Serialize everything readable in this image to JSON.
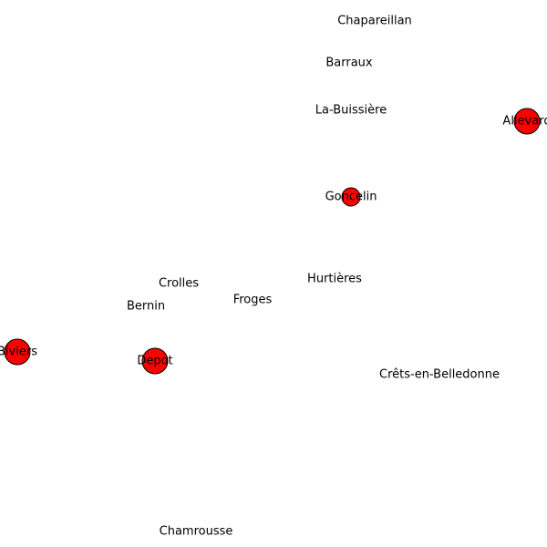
{
  "map": {
    "node_color": "#ff0000",
    "node_outline_color": "#000000",
    "label_color": "#000000",
    "places": [
      {
        "id": "chapareillan",
        "name": "Chapareillan",
        "marked": false
      },
      {
        "id": "barraux",
        "name": "Barraux",
        "marked": false
      },
      {
        "id": "la-buissiere",
        "name": "La-Buissière",
        "marked": false
      },
      {
        "id": "allevard",
        "name": "Allevard",
        "marked": true,
        "size": "large"
      },
      {
        "id": "goncelin",
        "name": "Goncelin",
        "marked": true,
        "size": "small"
      },
      {
        "id": "hurtieres",
        "name": "Hurtières",
        "marked": false
      },
      {
        "id": "crolles",
        "name": "Crolles",
        "marked": false
      },
      {
        "id": "froges",
        "name": "Froges",
        "marked": false
      },
      {
        "id": "bernin",
        "name": "Bernin",
        "marked": false
      },
      {
        "id": "biviers",
        "name": "Biviers",
        "marked": true,
        "size": "large"
      },
      {
        "id": "depot",
        "name": "Depot",
        "marked": true,
        "size": "large"
      },
      {
        "id": "crets-en-belledonne",
        "name": "Crêts-en-Belledonne",
        "marked": false
      },
      {
        "id": "chamrousse",
        "name": "Chamrousse",
        "marked": false
      }
    ]
  }
}
